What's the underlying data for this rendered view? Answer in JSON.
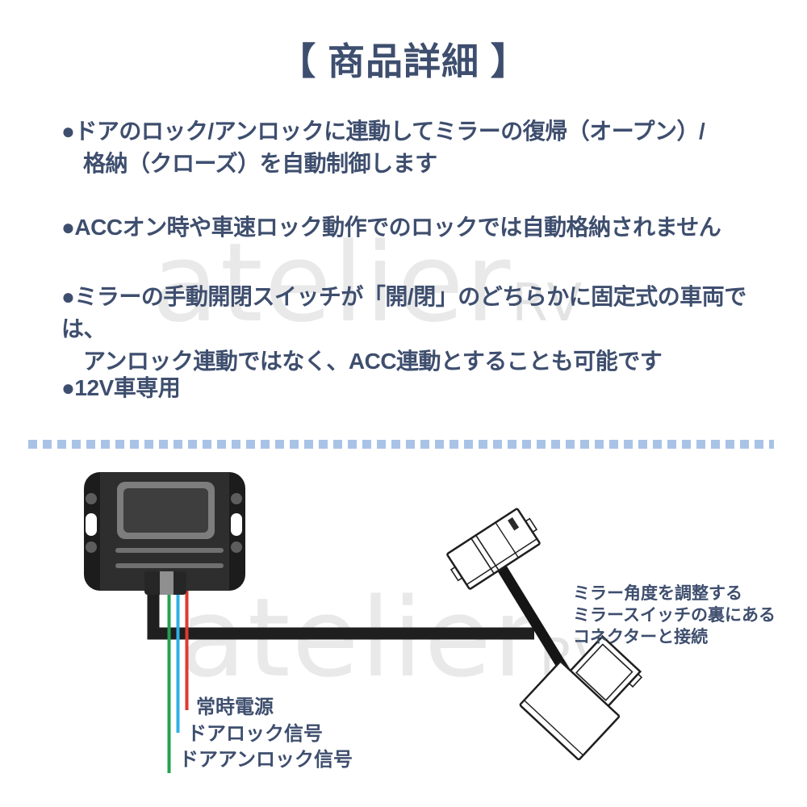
{
  "title": "【 商品詳細 】",
  "bullets": [
    {
      "lines": [
        "●ドアのロック/アンロックに連動してミラーの復帰（オープン）/",
        "格納（クローズ）を自動制御します"
      ]
    },
    {
      "lines": [
        "●ACCオン時や車速ロック動作でのロックでは自動格納されません"
      ]
    },
    {
      "lines": [
        "●ミラーの手動開閉スイッチが「開/閉」のどちらかに固定式の車両では、",
        "アンロック連動ではなく、ACC連動とすることも可能です"
      ]
    },
    {
      "lines": [
        "●12V車専用"
      ]
    }
  ],
  "watermark": {
    "main": "atelier",
    "suffix": "RV"
  },
  "diagram": {
    "wire_labels": {
      "power": "常時電源",
      "lock": "ドアロック信号",
      "unlock": "ドアアンロック信号"
    },
    "note_lines": [
      "ミラー角度を調整する",
      "ミラースイッチの裏にある",
      "コネクターと接続"
    ],
    "wire_colors": {
      "power": "#e03a2e",
      "lock": "#2fb0e8",
      "unlock": "#23a24e",
      "harness": "#151515"
    }
  },
  "colors": {
    "heading_text": "#3e4e6e",
    "divider_blue": "#a9c3e6"
  }
}
